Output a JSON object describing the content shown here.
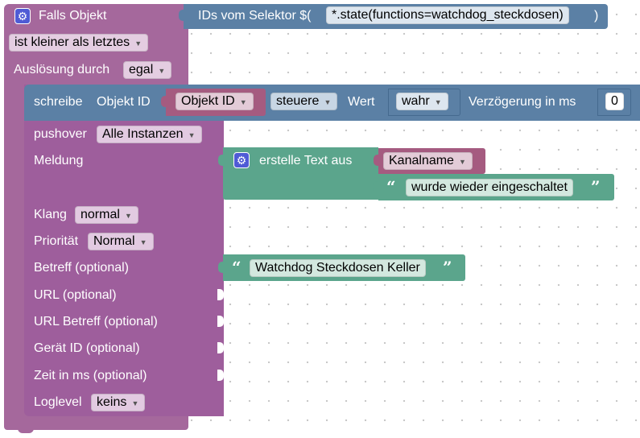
{
  "event_block": {
    "title": "Falls Objekt",
    "condition": "ist kleiner als letztes",
    "trigger_label": "Auslösung durch",
    "trigger_value": "egal"
  },
  "selector_block": {
    "label": "IDs vom Selektor $(",
    "value": "*.state(functions=watchdog_steckdosen)",
    "close": ")"
  },
  "write_block": {
    "label": "schreibe",
    "object_id_label": "Objekt ID",
    "object_id_value": "Objekt ID",
    "mode": "steuere",
    "value_label": "Wert",
    "value": "wahr",
    "delay_label": "Verzögerung in ms",
    "delay_value": "0"
  },
  "pushover_block": {
    "label": "pushover",
    "instance": "Alle Instanzen",
    "message_label": "Meldung",
    "sound_label": "Klang",
    "sound_value": "normal",
    "priority_label": "Priorität",
    "priority_value": "Normal",
    "subject_label": "Betreff (optional)",
    "url_label": "URL (optional)",
    "url_subject_label": "URL Betreff (optional)",
    "device_label": "Gerät ID (optional)",
    "time_label": "Zeit in ms (optional)",
    "loglevel_label": "Loglevel",
    "loglevel_value": "keins"
  },
  "text_join_block": {
    "label": "erstelle Text aus",
    "item1": "Kanalname",
    "item2": "wurde wieder eingeschaltet"
  },
  "subject_text": "Watchdog Steckdosen Keller",
  "icons": {
    "gear": "⚙",
    "dropdown": "▼",
    "quote_open": "“",
    "quote_close": "”"
  },
  "colors": {
    "event": "#a5689c",
    "selector": "#5b80a5",
    "write": "#5b80a5",
    "pushover": "#9e5e9c",
    "text": "#5ba58c",
    "variable": "#a55b80"
  }
}
